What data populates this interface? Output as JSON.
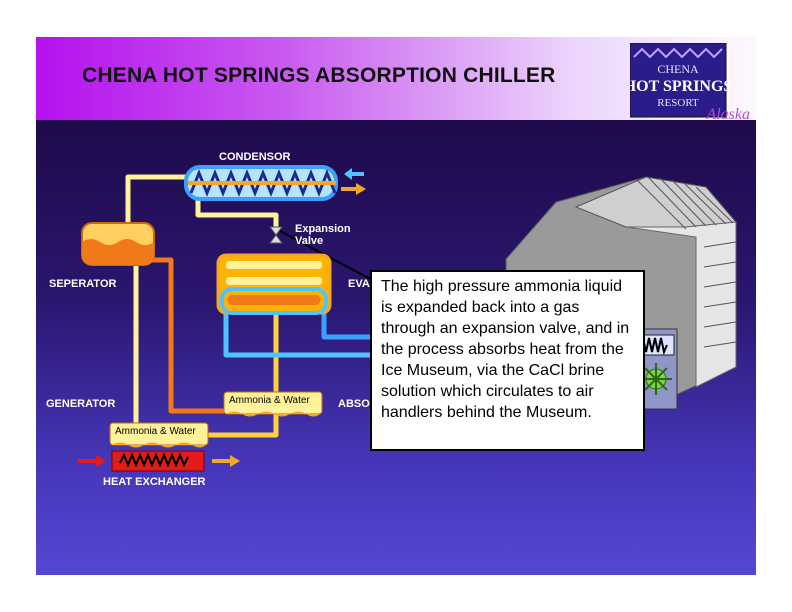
{
  "title": "CHENA HOT SPRINGS ABSORPTION CHILLER",
  "logo": {
    "line1": "CHENA",
    "line2": "HOT SPRINGS",
    "line3": "RESORT",
    "script": "Alaska"
  },
  "labels": {
    "condensor": "CONDENSOR",
    "expansion_valve": "Expansion Valve",
    "seperator": "SEPERATOR",
    "evaporator_partial": "EVA",
    "generator": "GENERATOR",
    "absorber_partial": "ABSO",
    "heat_exchanger": "HEAT EXCHANGER",
    "ammonia_water_absorber": "Ammonia & Water",
    "ammonia_water_generator": "Ammonia & Water"
  },
  "callout": {
    "text": "The high pressure ammonia liquid is expanded back into a gas through an expansion valve, and in the process absorbs heat from the Ice Museum, via the CaCl brine solution which circulates to air handlers behind the Museum."
  },
  "colors": {
    "hot_pipe": "#f5a623",
    "warm_pipe": "#ffe680",
    "cold_pipe": "#4fc3ff",
    "orange_pipe": "#f07a1a",
    "heater": "#e31b1b",
    "background_top": "#1e0a4a",
    "background_bottom": "#5547d2"
  }
}
